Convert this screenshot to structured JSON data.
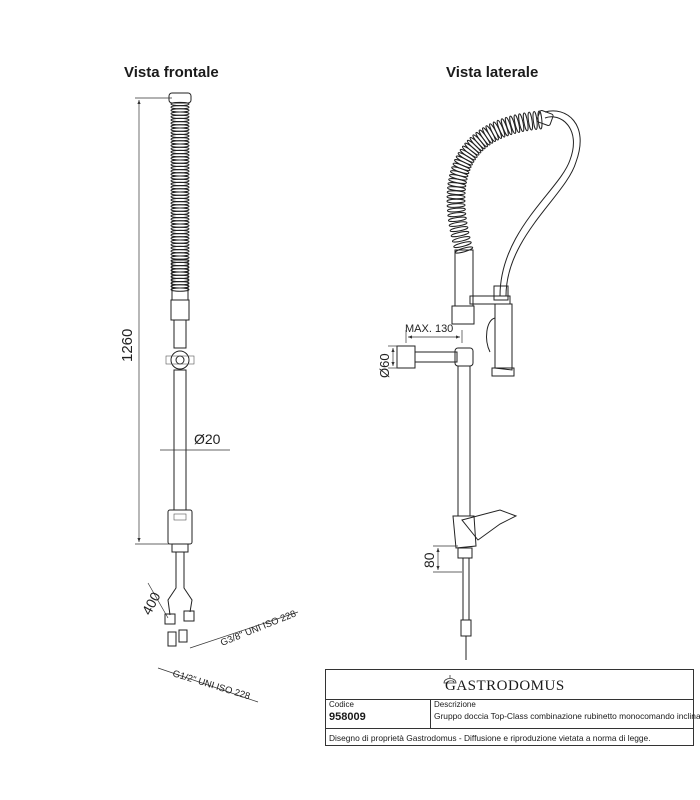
{
  "views": {
    "front_title": "Vista frontale",
    "side_title": "Vista laterale"
  },
  "dimensions": {
    "height": "1260",
    "tube_diameter": "Ø20",
    "hose_length": "400",
    "connection_g38": "G3/8\" UNI ISO 228",
    "connection_g12": "G1/2\" UNI ISO 228",
    "max_reach": "MAX. 130",
    "wall_diameter": "Ø60",
    "spout_height": "80"
  },
  "title_block": {
    "brand": "GASTRODOMUS",
    "code_label": "Codice",
    "code": "958009",
    "description_label": "Descrizione",
    "description": "Gruppo doccia Top-Class combinazione rubinetto monocomando inclinato",
    "footer": "Disegno di proprietà Gastrodomus - Diffusione e riproduzione vietata a norma di legge."
  }
}
